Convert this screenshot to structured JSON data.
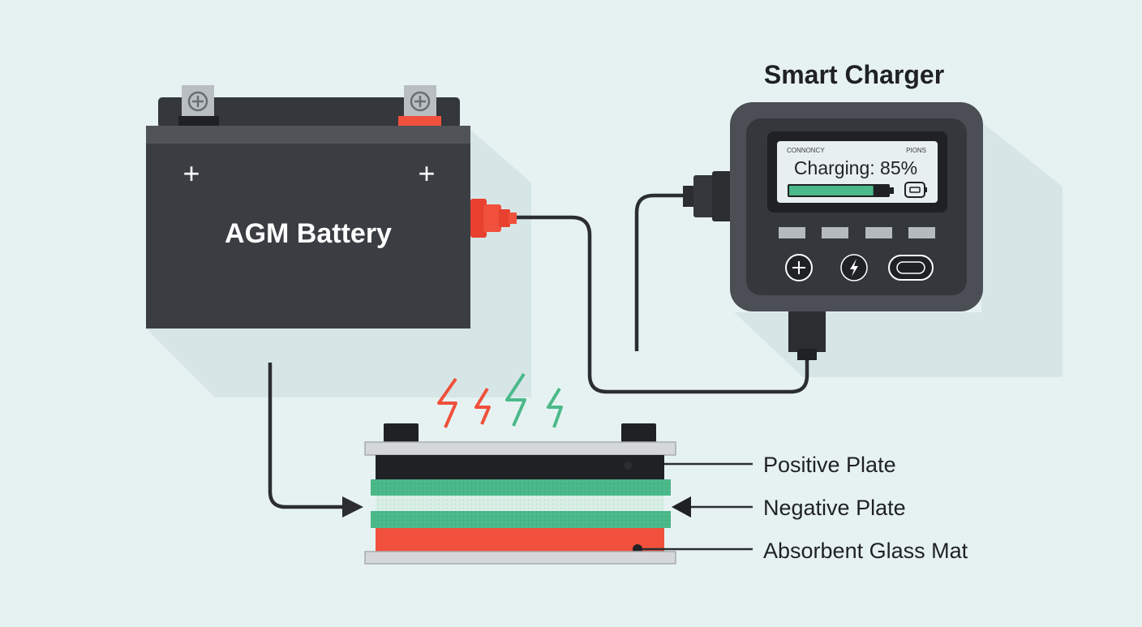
{
  "battery": {
    "label": "AGM Battery",
    "pos_sign_left": "+",
    "pos_sign_right": "+"
  },
  "charger": {
    "title": "Smart Charger",
    "screen_small_left": "CONNONCY",
    "screen_small_right": "PIONS",
    "status_text": "Charging: 85%",
    "charge_level": 0.85
  },
  "layers": {
    "positive_label": "Positive Plate",
    "negative_label": "Negative Plate",
    "mat_label": "Absorbent Glass Mat"
  },
  "colors": {
    "background": "#e6f2f2",
    "battery_body": "#3a3d42",
    "accent_red": "#f0503c",
    "accent_green": "#4cb98a",
    "charger_frame": "#4b4e54",
    "screen": "#e8f0ef"
  }
}
